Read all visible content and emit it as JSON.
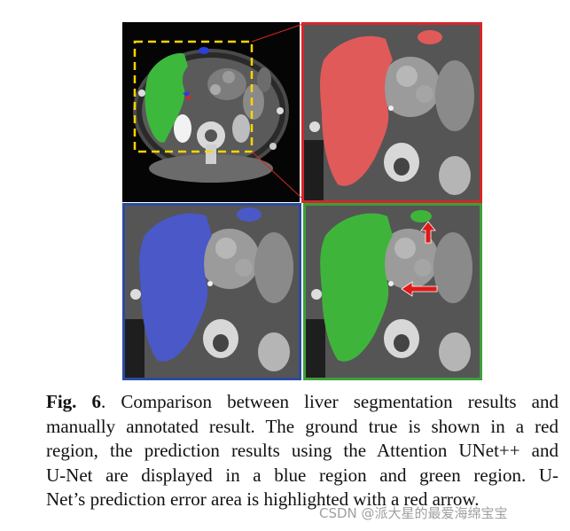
{
  "figure": {
    "label": "Fig. 6",
    "panels": [
      {
        "id": "ct-overview",
        "overlay_color": "#35b535",
        "roi_box_color": "#ffd400"
      },
      {
        "id": "ground-truth",
        "border_color": "#d6262a",
        "overlay_color": "#e05555"
      },
      {
        "id": "attention-unetpp",
        "border_color": "#2d4aa0",
        "overlay_color": "#4a58c8"
      },
      {
        "id": "unet",
        "border_color": "#3e9e3a",
        "overlay_color": "#3fb43a",
        "arrow_color": "#e01818"
      }
    ]
  },
  "caption": {
    "label": "Fig. 6",
    "lines": [
      ". Comparison between liver segmentation results and",
      "manually annotated result. The ground true is shown in a red",
      "region, the prediction results using the Attention UNet++ and",
      "U-Net are displayed in a blue region and green region. U-",
      "Net’s prediction error area is highlighted with a red arrow."
    ]
  },
  "watermark": "CSDN @派大星的最爱海绵宝宝"
}
